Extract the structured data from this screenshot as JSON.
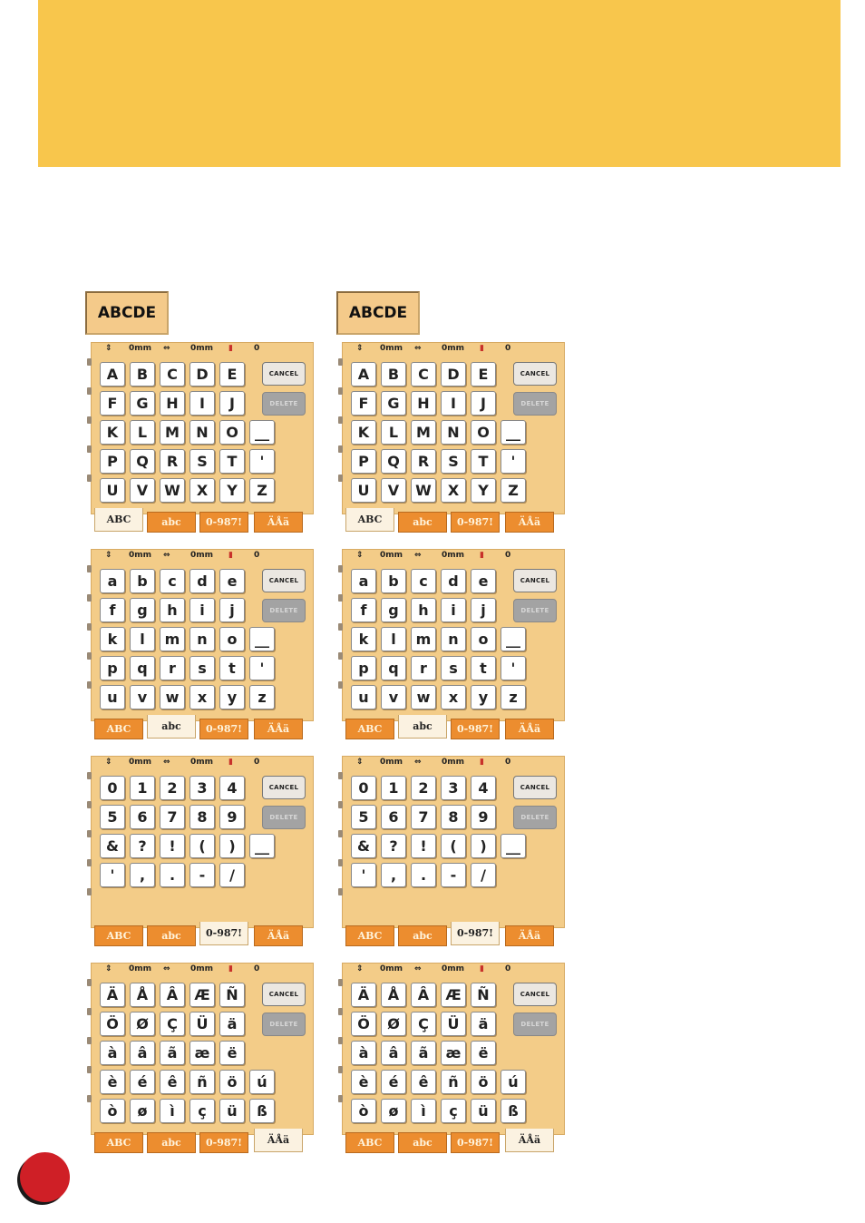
{
  "header": {
    "banner_color": "#f8c64c"
  },
  "preview": {
    "text": "ABCDE"
  },
  "status": {
    "height_icon": "height-icon",
    "height_value": "0mm",
    "width_icon": "width-icon",
    "width_value": "0mm",
    "count_icon": "stitch-count-icon",
    "count_value": "0"
  },
  "buttons": {
    "cancel": "CANCEL",
    "delete": "DELETE"
  },
  "tabs": [
    "ABC",
    "abc",
    "0-987!",
    "ÄÅä"
  ],
  "panels": [
    {
      "active_tab": 0,
      "rows": [
        [
          "A",
          "B",
          "C",
          "D",
          "E"
        ],
        [
          "F",
          "G",
          "H",
          "I",
          "J"
        ],
        [
          "K",
          "L",
          "M",
          "N",
          "O",
          "__"
        ],
        [
          "P",
          "Q",
          "R",
          "S",
          "T",
          "'"
        ],
        [
          "U",
          "V",
          "W",
          "X",
          "Y",
          "Z"
        ]
      ]
    },
    {
      "active_tab": 1,
      "rows": [
        [
          "a",
          "b",
          "c",
          "d",
          "e"
        ],
        [
          "f",
          "g",
          "h",
          "i",
          "j"
        ],
        [
          "k",
          "l",
          "m",
          "n",
          "o",
          "__"
        ],
        [
          "p",
          "q",
          "r",
          "s",
          "t",
          "'"
        ],
        [
          "u",
          "v",
          "w",
          "x",
          "y",
          "z"
        ]
      ]
    },
    {
      "active_tab": 2,
      "rows": [
        [
          "0",
          "1",
          "2",
          "3",
          "4"
        ],
        [
          "5",
          "6",
          "7",
          "8",
          "9"
        ],
        [
          "&",
          "?",
          "!",
          "(",
          ")",
          "__"
        ],
        [
          "'",
          ",",
          ".",
          "-",
          "/"
        ],
        []
      ]
    },
    {
      "active_tab": 3,
      "rows": [
        [
          "Ä",
          "Å",
          "Â",
          "Æ",
          "Ñ"
        ],
        [
          "Ö",
          "Ø",
          "Ç",
          "Ü",
          "ä"
        ],
        [
          "à",
          "â",
          "ã",
          "æ",
          "ë"
        ],
        [
          "è",
          "é",
          "ê",
          "ñ",
          "ö",
          "ú"
        ],
        [
          "ò",
          "ø",
          "ì",
          "ç",
          "ü",
          "ß"
        ]
      ]
    }
  ],
  "badge": {
    "color": "#cf1f26"
  }
}
